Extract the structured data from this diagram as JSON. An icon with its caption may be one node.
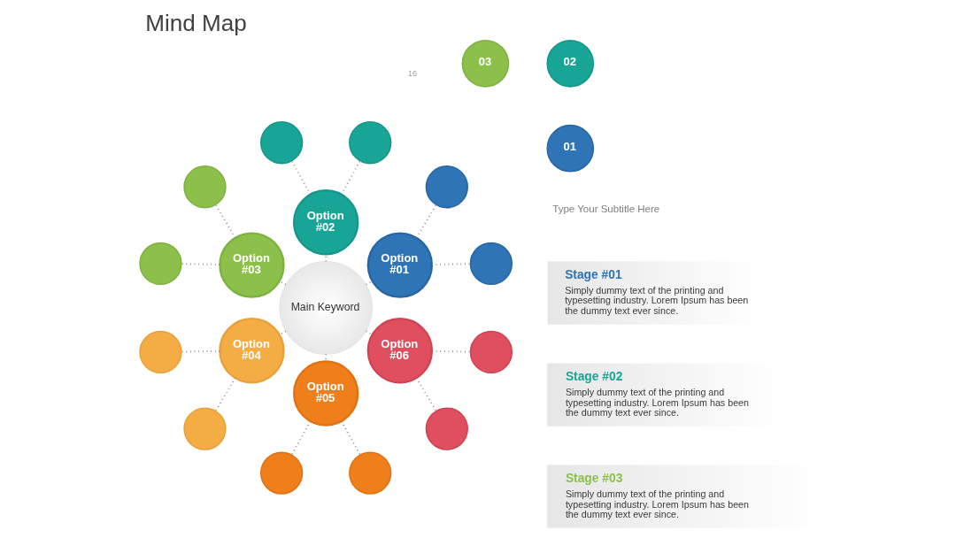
{
  "diagram": {
    "title": "Mind Map",
    "nodes": [
      {
        "text": [
          "Main Keyword"
        ]
      },
      {
        "text": [
          "Option #01"
        ]
      },
      {
        "text": [
          "Option #02"
        ]
      },
      {
        "text": [
          "Option #03"
        ]
      },
      {
        "text": [
          "Option #04"
        ]
      },
      {
        "text": [
          "Option #05"
        ]
      },
      {
        "text": [
          "Option #06"
        ]
      },
      {
        "text": [],
        "shape": "circle"
      },
      {
        "text": [],
        "shape": "circle"
      },
      {
        "text": [],
        "shape": "circle"
      },
      {
        "text": [],
        "shape": "circle"
      },
      {
        "text": [],
        "shape": "circle"
      },
      {
        "text": [],
        "shape": "circle"
      },
      {
        "text": [],
        "shape": "circle"
      },
      {
        "text": [],
        "shape": "circle"
      },
      {
        "text": [],
        "shape": "circle"
      },
      {
        "text": [],
        "shape": "circle"
      },
      {
        "text": [],
        "shape": "circle"
      },
      {
        "text": [],
        "shape": "circle"
      },
      {
        "text": [
          "01"
        ]
      },
      {
        "text": [
          "Stage #01",
          "Simply dummy text of the printing and typesetting industry. Lorem Ipsum has been the dummy text ever since."
        ]
      },
      {
        "text": [
          "02"
        ]
      },
      {
        "text": [
          "Stage #02",
          "Simply dummy text of the printing and typesetting industry. Lorem Ipsum has been the dummy text ever since."
        ]
      },
      {
        "text": [
          "03"
        ]
      },
      {
        "text": [
          "Stage #03",
          "Simply dummy text of the printing and typesetting industry. Lorem Ipsum has been the dummy text ever since."
        ]
      }
    ],
    "edges": [
      {
        "from": 0,
        "to": 1,
        "arrow": "none"
      },
      {
        "from": 0,
        "to": 2,
        "arrow": "none"
      },
      {
        "from": 0,
        "to": 3,
        "arrow": "none"
      },
      {
        "from": 0,
        "to": 4,
        "arrow": "none"
      },
      {
        "from": 0,
        "to": 5,
        "arrow": "none"
      },
      {
        "from": 0,
        "to": 6,
        "arrow": "none"
      },
      {
        "from": 1,
        "to": 7,
        "arrow": "none"
      },
      {
        "from": 1,
        "to": 8,
        "arrow": "none"
      },
      {
        "from": 2,
        "to": 9,
        "arrow": "none"
      },
      {
        "from": 2,
        "to": 10,
        "arrow": "none"
      },
      {
        "from": 3,
        "to": 11,
        "arrow": "none"
      },
      {
        "from": 3,
        "to": 12,
        "arrow": "none"
      },
      {
        "from": 4,
        "to": 13,
        "arrow": "none"
      },
      {
        "from": 4,
        "to": 14,
        "arrow": "none"
      },
      {
        "from": 5,
        "to": 15,
        "arrow": "none"
      },
      {
        "from": 5,
        "to": 16,
        "arrow": "none"
      },
      {
        "from": 6,
        "to": 17,
        "arrow": "none"
      },
      {
        "from": 6,
        "to": 18,
        "arrow": "none"
      }
    ],
    "labels": [
      "Type Your Subtitle Here",
      "16"
    ]
  }
}
